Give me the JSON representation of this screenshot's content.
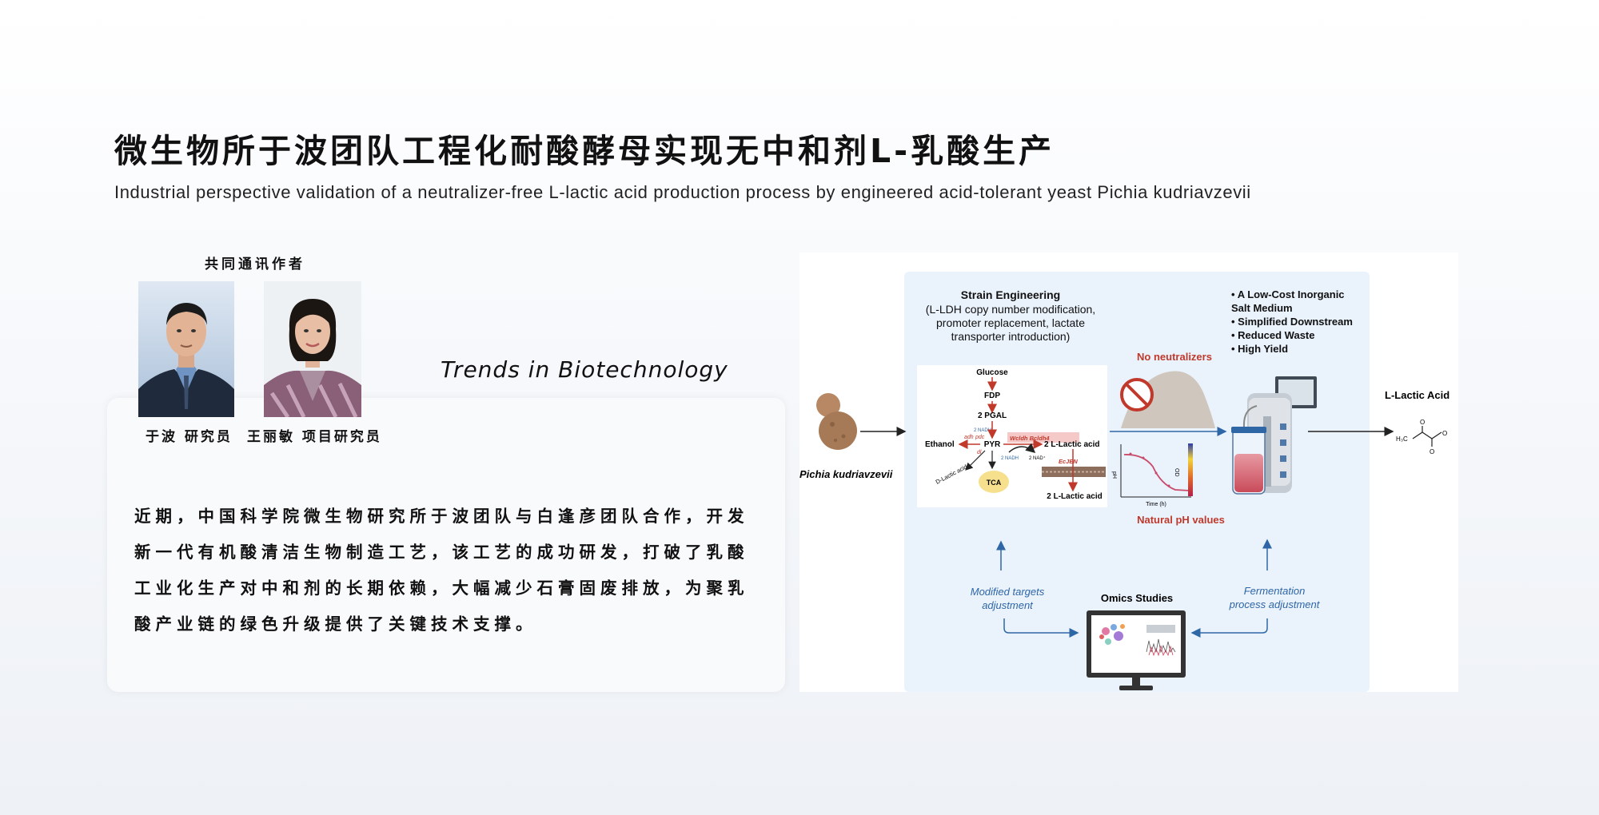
{
  "header": {
    "title_cn": "微生物所于波团队工程化耐酸酵母实现无中和剂L-乳酸生产",
    "title_en": "Industrial perspective validation of a neutralizer-free L-lactic acid production process by engineered acid-tolerant yeast Pichia kudriavzevii"
  },
  "authors": {
    "label": "共同通讯作者",
    "people": [
      {
        "name": "于波 研究员"
      },
      {
        "name": "王丽敏 项目研究员"
      }
    ]
  },
  "journal": "Trends in Biotechnology",
  "body_text": "近期，中国科学院微生物研究所于波团队与白逢彦团队合作，开发新一代有机酸清洁生物制造工艺，该工艺的成功研发，打破了乳酸工业化生产对中和剂的长期依赖，大幅减少石膏固废排放，为聚乳酸产业链的绿色升级提供了关键技术支撑。",
  "figure": {
    "strain_title": "Strain Engineering",
    "strain_sub1": "(L-LDH copy number modification,",
    "strain_sub2": "promoter replacement, lactate",
    "strain_sub3": "transporter introduction)",
    "benefits": [
      "A  Low-Cost  Inorganic",
      "Salt Medium",
      "Simplified Downstream",
      "Reduced Waste",
      "High Yield"
    ],
    "no_neutralizers": "No neutralizers",
    "natural_ph": "Natural pH values",
    "organism": "Pichia kudriavzevii",
    "product": "L-Lactic Acid",
    "modified_targets_1": "Modified targets",
    "modified_targets_2": "adjustment",
    "omics": "Omics Studies",
    "fermentation_1": "Fermentation",
    "fermentation_2": "process adjustment",
    "pathway": {
      "glucose": "Glucose",
      "fdp": "FDP",
      "pgal": "2 PGAL",
      "nadh1": "2 NADH",
      "ethanol": "Ethanol",
      "pyr": "PYR",
      "lactic1": "2 L-Lactic acid",
      "enzymes": "Wcldh Bcldh4",
      "nadh2": "2 NADH",
      "nad": "2 NAD⁺",
      "adh": "adh",
      "pdc": "pdc",
      "dl": "dl",
      "dlactic": "D-Lactic acid",
      "tca": "TCA",
      "transporter": "EcJEN",
      "lactic2": "2 L-Lactic acid",
      "time": "Time (h)",
      "ph": "pH",
      "od": "OD",
      "h3c": "H₃C",
      "o": "O"
    },
    "colors": {
      "red": "#c0392b",
      "blue": "#2e66a6",
      "panel": "#eaf2fc"
    }
  }
}
